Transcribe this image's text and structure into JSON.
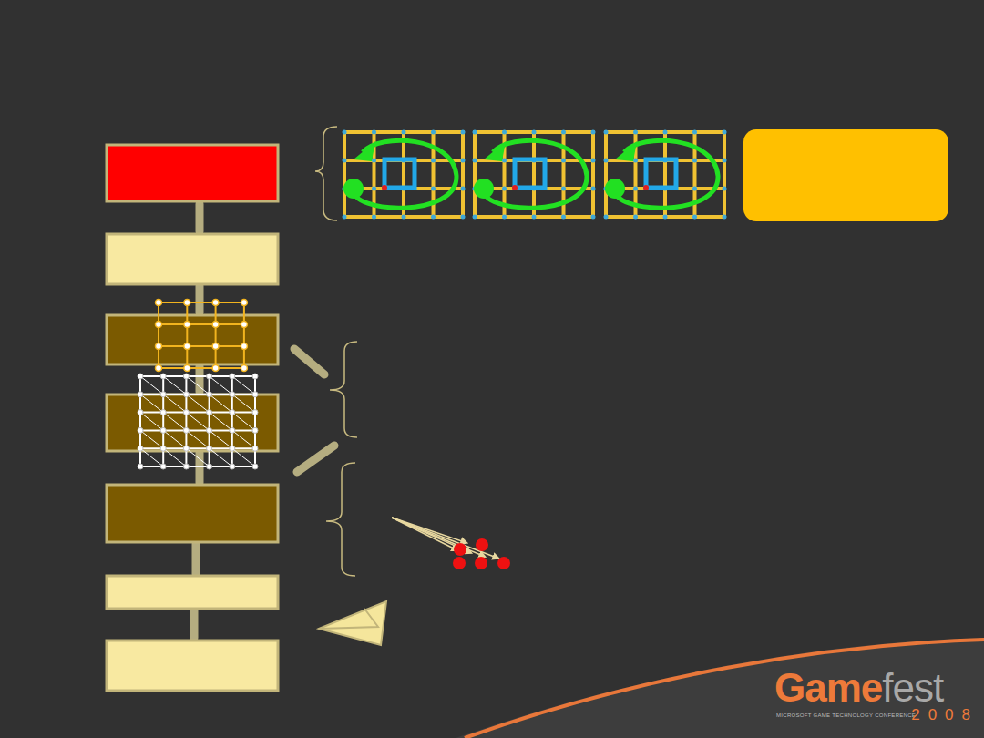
{
  "diagram": {
    "labels": [
      "Game",
      "fest",
      "MICROSOFT GAME TECHNOLOGY CONFERENCE",
      "2008"
    ]
  }
}
